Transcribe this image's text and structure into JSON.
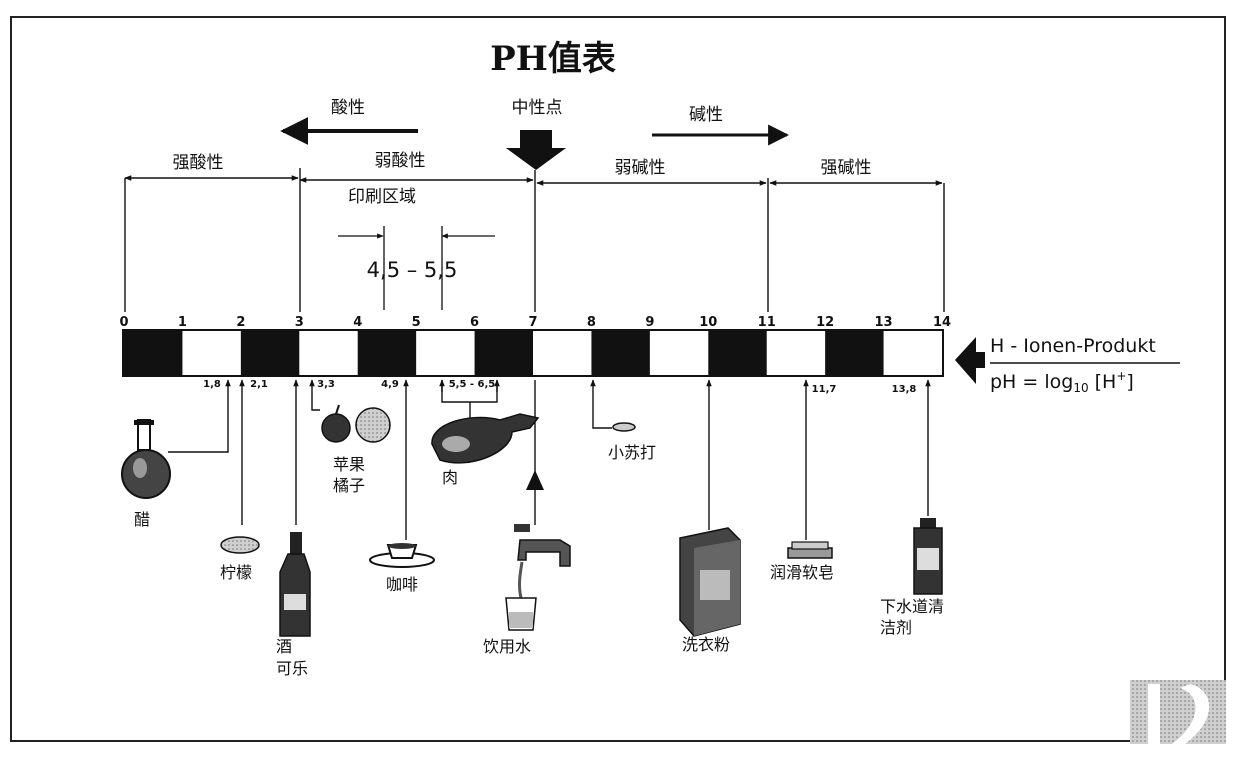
{
  "title": "PH值表",
  "top_labels": {
    "acidic": "酸性",
    "neutral": "中性点",
    "alkaline": "碱性",
    "strong_acid": "强酸性",
    "weak_acid": "弱酸性",
    "weak_base": "弱碱性",
    "strong_base": "强碱性",
    "printing_area": "印刷区域",
    "printing_range": "4,5 – 5,5"
  },
  "scale": {
    "ticks": [
      "0",
      "1",
      "2",
      "3",
      "4",
      "5",
      "6",
      "7",
      "8",
      "9",
      "10",
      "11",
      "12",
      "13",
      "14"
    ],
    "sub_values": {
      "v18": "1,8",
      "v21": "2,1",
      "v33": "3,3",
      "v49": "4,9",
      "meat_range": "5,5 - 6,5",
      "v117": "11,7",
      "v138": "13,8"
    }
  },
  "formula": {
    "product": "H - Ionen-Produkt",
    "ph": "pH = log",
    "sub": "10",
    "bracket": " [H",
    "sup": "+",
    "close": "]"
  },
  "items": {
    "vinegar": "醋",
    "lemon": "柠檬",
    "wine_1": "酒",
    "wine_2": "可乐",
    "apple_1": "苹果",
    "apple_2": "橘子",
    "coffee": "咖啡",
    "meat": "肉",
    "water": "饮用水",
    "soda": "小苏打",
    "detergent": "洗衣粉",
    "soap": "润滑软皂",
    "cleaner_1": "下水道清",
    "cleaner_2": "洁剂"
  }
}
